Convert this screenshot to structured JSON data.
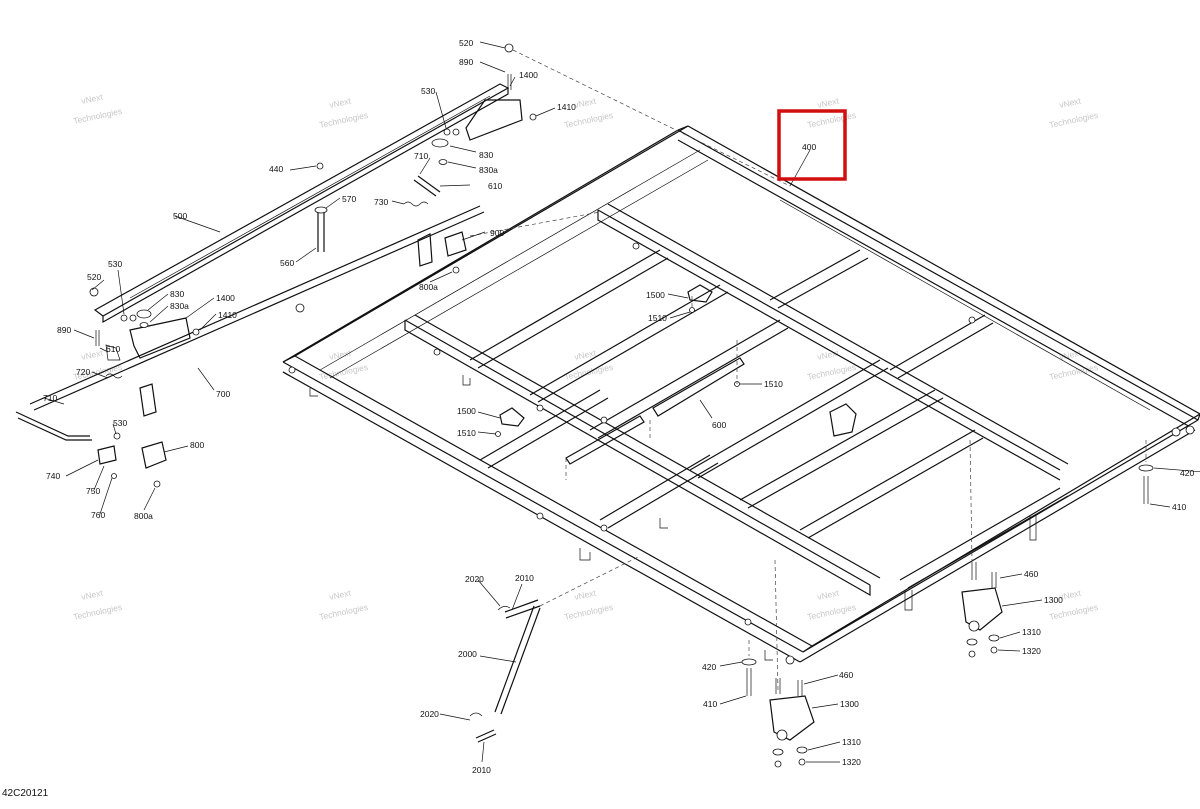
{
  "diagram_code": "42C20121",
  "highlight_label": "400",
  "watermark": {
    "line1": "vNext",
    "line2": "Technologies",
    "compact": "vNext Technologies"
  },
  "labels": {
    "l520a": "520",
    "l890a": "890",
    "l1400a": "1400",
    "l530a": "530",
    "l1410a": "1410",
    "l830a": "830",
    "l830aa": "830a",
    "l710a": "710",
    "l610": "610",
    "l440": "440",
    "l570": "570",
    "l730": "730",
    "l900": "900",
    "l500": "500",
    "l560": "560",
    "l800aa": "800a",
    "l520b": "520",
    "l530b": "530",
    "l830b": "830",
    "l830ab": "830a",
    "l1400b": "1400",
    "l1410b": "1410",
    "l890b": "890",
    "l610b": "610",
    "l720": "720",
    "l700": "700",
    "l710b": "710",
    "l530c": "530",
    "l800": "800",
    "l740": "740",
    "l750": "750",
    "l760": "760",
    "l800ab": "800a",
    "l1500a": "1500",
    "l1510a": "1510",
    "l1510b": "1510",
    "l1500b": "1500",
    "l1510c": "1510",
    "l600": "600",
    "l420a": "420",
    "l410a": "410",
    "l460a": "460",
    "l1300a": "1300",
    "l1310a": "1310",
    "l1320a": "1320",
    "l2020a": "2020",
    "l2010a": "2010",
    "l2000": "2000",
    "l2020b": "2020",
    "l2010b": "2010",
    "l420b": "420",
    "l410b": "410",
    "l460b": "460",
    "l1300b": "1300",
    "l1310b": "1310",
    "l1320b": "1320"
  }
}
